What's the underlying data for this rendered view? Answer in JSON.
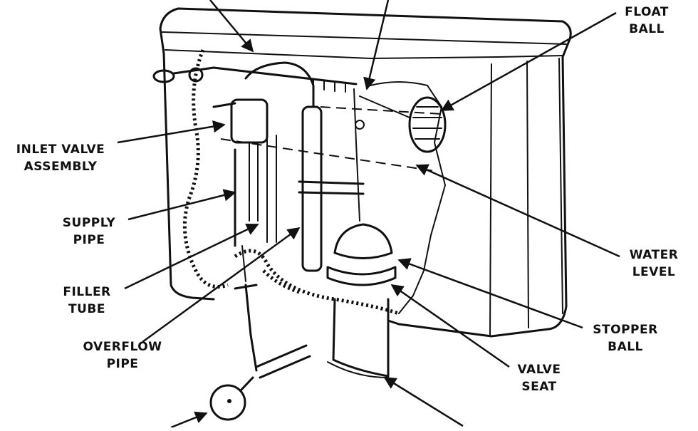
{
  "labels": {
    "float_ball": [
      "FLOAT",
      "BALL"
    ],
    "inlet_valve_assembly": [
      "INLET VALVE",
      "ASSEMBLY"
    ],
    "supply_pipe": [
      "SUPPLY",
      "PIPE"
    ],
    "filler_tube": [
      "FILLER",
      "TUBE"
    ],
    "overflow_pipe": [
      "OVERFLOW",
      "PIPE"
    ],
    "water_level": [
      "WATER",
      "LEVEL"
    ],
    "stopper_ball": [
      "STOPPER",
      "BALL"
    ],
    "valve_seat": [
      "VALVE",
      "SEAT"
    ]
  }
}
